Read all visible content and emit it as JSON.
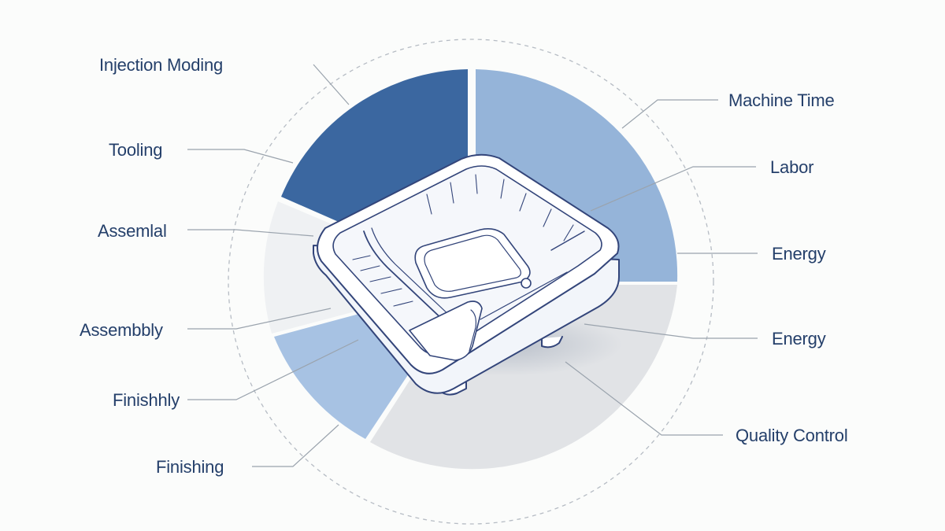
{
  "colors": {
    "text": "#243f6a",
    "leader": "#9aa3ad",
    "circle": "#b6bcc4",
    "slice_dark": "#3b67a0",
    "slice_light_blue": "#95b4d9",
    "slice_pale_blue": "#a7c2e3",
    "slice_gray": "#e1e3e6",
    "slice_white": "#eff1f3",
    "part_outline": "#33457a"
  },
  "labels": {
    "left": [
      {
        "id": "injection-molding",
        "text": "Injection Moding"
      },
      {
        "id": "tooling",
        "text": "Tooling"
      },
      {
        "id": "assemal",
        "text": "Assemlal"
      },
      {
        "id": "assembbly",
        "text": "Assembbly"
      },
      {
        "id": "finishhly",
        "text": "Finishhly"
      },
      {
        "id": "finishing",
        "text": "Finishing"
      }
    ],
    "right": [
      {
        "id": "machine-time",
        "text": "Machine Time"
      },
      {
        "id": "labor",
        "text": "Labor"
      },
      {
        "id": "energy-1",
        "text": "Energy"
      },
      {
        "id": "energy-2",
        "text": "Energy"
      },
      {
        "id": "quality-control",
        "text": "Quality Control"
      }
    ]
  },
  "icons": {
    "center_part": "plastic-tray-icon"
  }
}
